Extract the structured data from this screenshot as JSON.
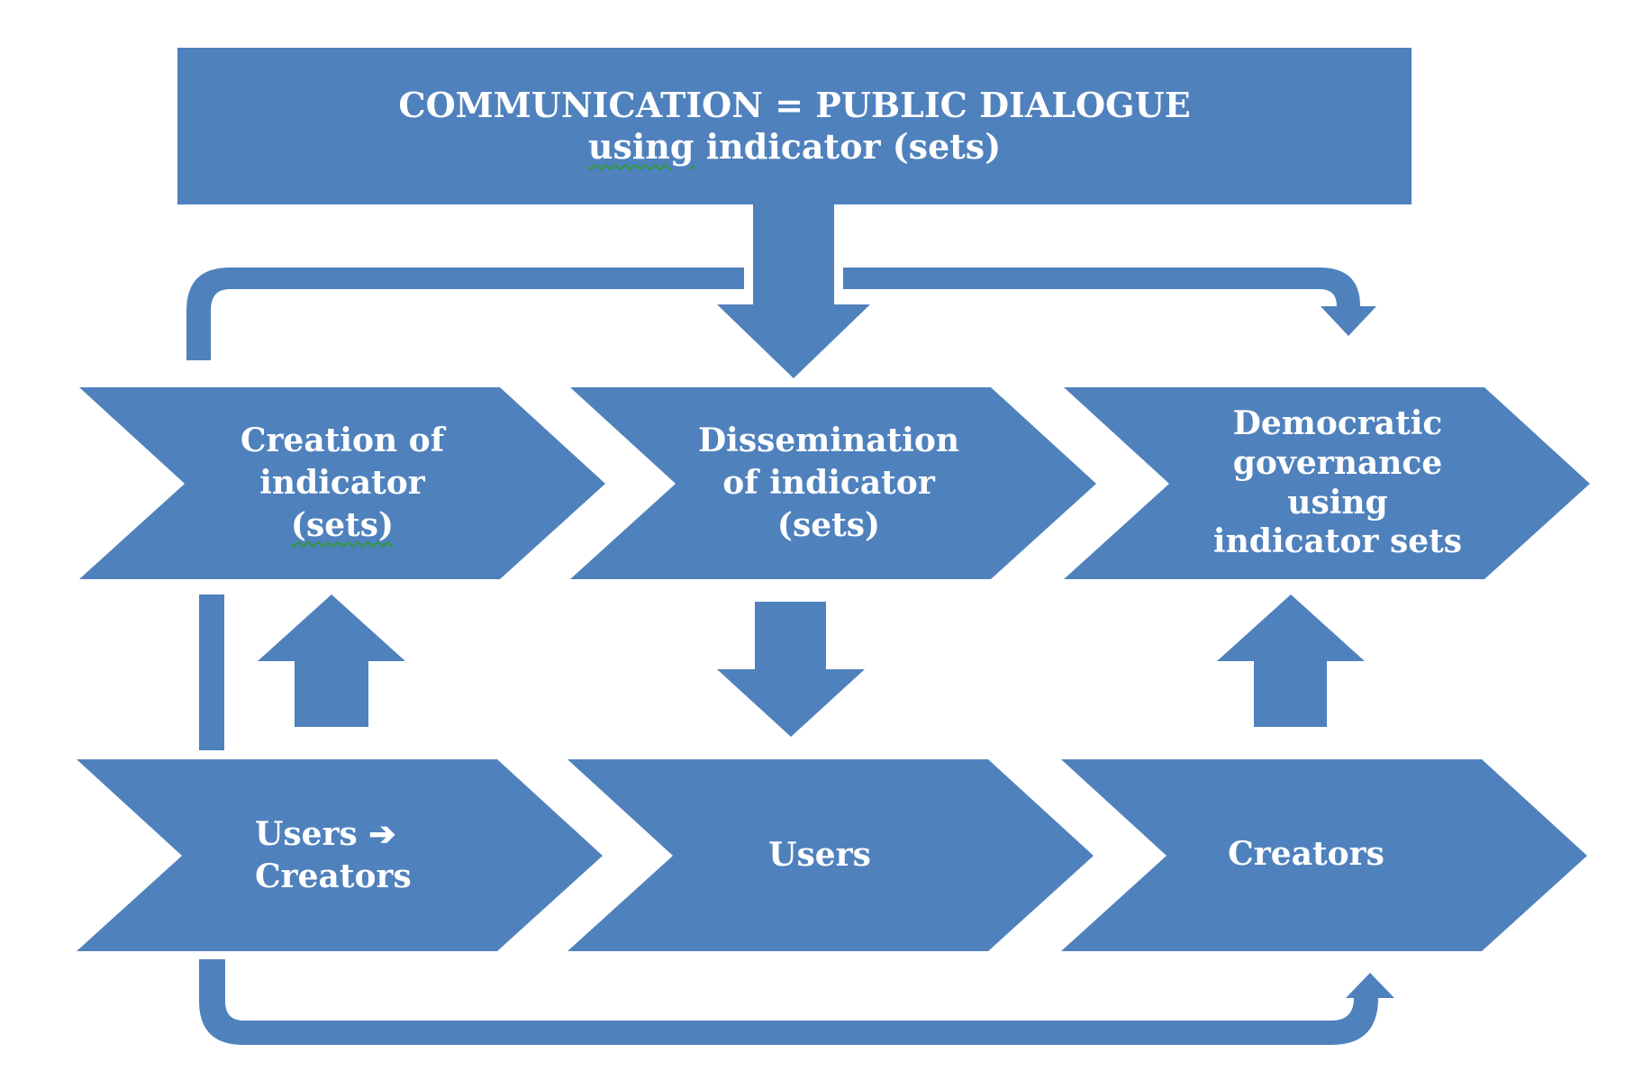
{
  "colors": {
    "fill": "#4f81bd",
    "text": "#ffffff",
    "spellcheck_underline": "#2e9a3a",
    "background": "#ffffff"
  },
  "banner": {
    "line1": "COMMUNICATION = PUBLIC DIALOGUE",
    "line2_underlined": "using",
    "line2_rest": " indicator (sets)"
  },
  "process_row": {
    "creation": {
      "line1": "Creation of",
      "line2": "indicator",
      "line3": "(sets)"
    },
    "dissemination": {
      "line1": "Dissemination",
      "line2": "of indicator",
      "line3": "(sets)"
    },
    "governance": {
      "line1": "Democratic",
      "line2": "governance",
      "line3": "using",
      "line4": "indicator sets"
    }
  },
  "actor_row": {
    "users_creators": {
      "line1": "Users",
      "arrow_glyph": "➔",
      "line2": "Creators"
    },
    "users": {
      "label": "Users"
    },
    "creators": {
      "label": "Creators"
    }
  }
}
